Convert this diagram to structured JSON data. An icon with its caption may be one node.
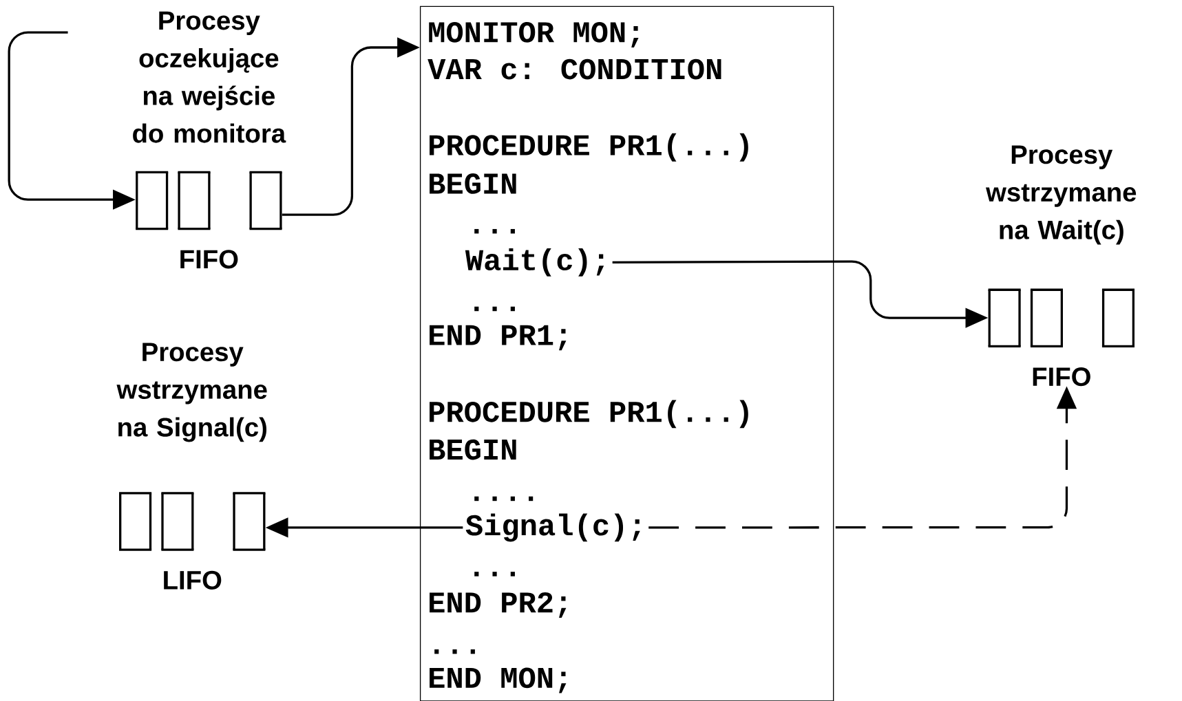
{
  "diagram": {
    "nodes": [
      {
        "text": [
          "Procesy oczekujące na wejście do monitora",
          "FIFO"
        ]
      },
      {
        "text": [
          "MONITOR MON;",
          "VAR c: CONDITION",
          "PROCEDURE PR1(...)",
          "BEGIN",
          "...",
          "...",
          "END PR1;",
          "PROCEDURE PR1(...)",
          "BEGIN",
          "....",
          "...",
          "END PR2;",
          "...",
          "END MON;"
        ]
      },
      {
        "text": [
          "Wait(c);"
        ],
        "in": 1
      },
      {
        "text": [
          "Signal(c);"
        ],
        "in": 1
      },
      {
        "text": [
          "Procesy wstrzymane na Wait(c)",
          "FIFO"
        ]
      },
      {
        "text": [
          "Procesy wstrzymane na Signal(c)",
          "LIFO"
        ]
      }
    ],
    "edges": [
      {
        "from": null,
        "to": 0,
        "arrow": "to"
      },
      {
        "from": 0,
        "to": 1,
        "arrow": "to"
      },
      {
        "from": 2,
        "to": 4,
        "arrow": "to"
      },
      {
        "from": 3,
        "to": 5,
        "arrow": "to"
      },
      {
        "from": 3,
        "to": 4,
        "arrow": "to",
        "style": "dashed"
      }
    ]
  }
}
